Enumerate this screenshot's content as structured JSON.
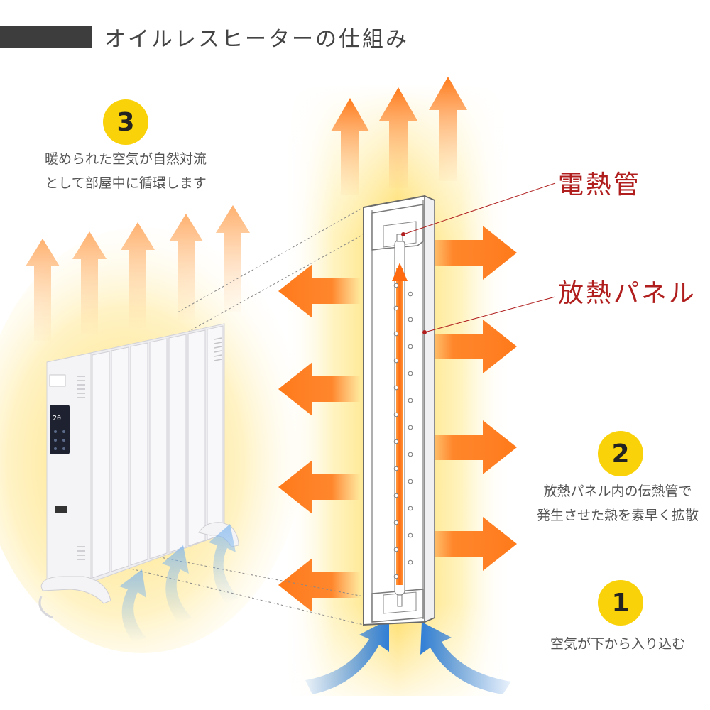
{
  "title": "オイルレスヒーターの仕組み",
  "colors": {
    "header_bar": "#3d3d3d",
    "badge": "#f9d20a",
    "callout_text": "#b01e1e",
    "hot_arrow": "#ff7a1a",
    "cool_arrow": "#2f7ed8",
    "glow": "#ffd84d"
  },
  "callouts": {
    "heating_tube": "電熱管",
    "radiator_panel": "放熱パネル"
  },
  "steps": [
    {
      "number": "1",
      "lines": [
        "空気が下から入り込む"
      ]
    },
    {
      "number": "2",
      "lines": [
        "放熱パネル内の伝熱管で",
        "発生させた熱を素早く拡散"
      ]
    },
    {
      "number": "3",
      "lines": [
        "暖められた空気が自然対流",
        "として部屋中に循環します"
      ]
    }
  ],
  "heater": {
    "display_value": "20"
  },
  "icons": [
    "hot-air-arrow-icon",
    "cool-air-arrow-icon",
    "heater-illustration"
  ]
}
